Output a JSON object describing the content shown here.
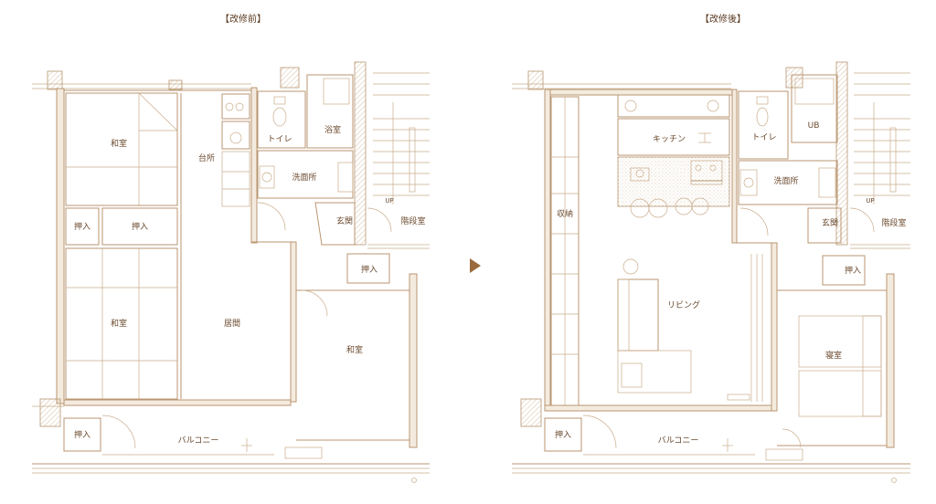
{
  "before": {
    "title": "【改修前】",
    "rooms": {
      "washitsu1": "和室",
      "daidokoro": "台所",
      "toilet": "トイレ",
      "yokushitsu": "浴室",
      "senmenjo": "洗面所",
      "genkan": "玄関",
      "kaidanshitsu": "階段室",
      "up": "UP",
      "oshiire1": "押入",
      "oshiire2": "押入",
      "washitsu2": "和室",
      "kyoma": "居間",
      "oshiire3": "押入",
      "washitsu3": "和室",
      "oshiire4": "押入",
      "balcony": "バルコニー"
    }
  },
  "after": {
    "title": "【改修後】",
    "rooms": {
      "kitchen": "キッチン",
      "toilet": "トイレ",
      "ub": "UB",
      "senmenjo": "洗面所",
      "shuno": "収納",
      "genkan": "玄関",
      "kaidanshitsu": "階段室",
      "up": "UP",
      "oshiire1": "押入",
      "living": "リビング",
      "shinshitsu": "寝室",
      "oshiire2": "押入",
      "balcony": "バルコニー"
    }
  },
  "colors": {
    "wall": "#b89670",
    "text": "#6b4a2e",
    "arrow": "#9a6a3c"
  }
}
